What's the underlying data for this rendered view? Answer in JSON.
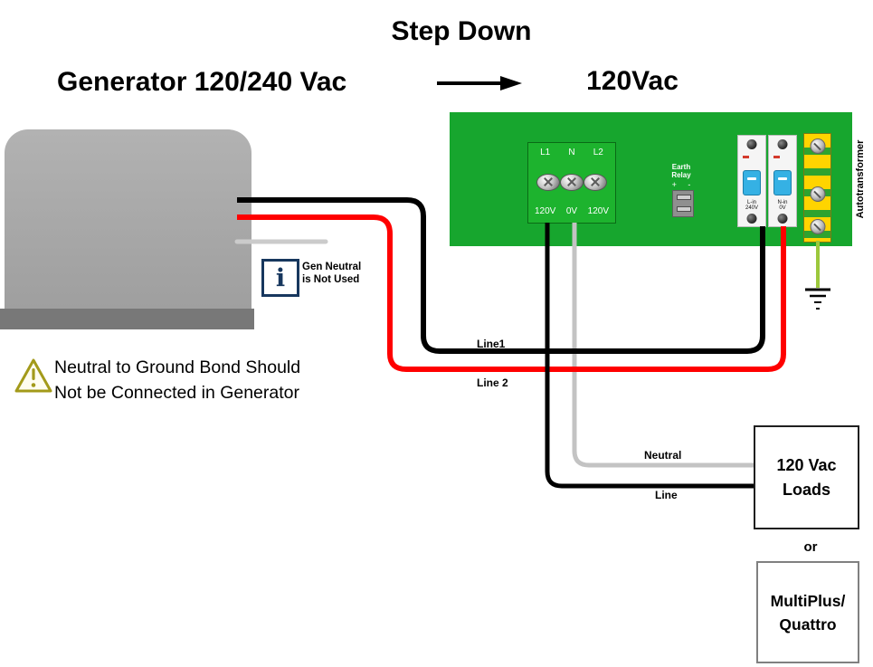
{
  "header": {
    "title": "Step Down",
    "generator_label": "Generator 120/240 Vac",
    "output_label": "120Vac"
  },
  "generator_note": {
    "info_icon": "i",
    "text": "Gen Neutral\nis Not Used"
  },
  "warning": {
    "text": "Neutral to Ground Bond Should\nNot be Connected in Generator"
  },
  "autotransformer": {
    "label": "Autotransformer",
    "terminal_block": {
      "terminals": [
        "L1",
        "N",
        "L2"
      ],
      "voltages": [
        "120V",
        "0V",
        "120V"
      ]
    },
    "earth_relay": {
      "label": "Earth\nRelay",
      "polarity": "+ -"
    },
    "breakers": {
      "left_label": "L-in\n240V",
      "right_label": "N-in\n0V"
    }
  },
  "wire_labels": {
    "line1": "Line1",
    "line2": "Line 2",
    "neutral": "Neutral",
    "line": "Line"
  },
  "loads": {
    "box_text": "120 Vac\nLoads",
    "or": "or",
    "multiplus_text": "MultiPlus/\nQuattro"
  },
  "colors": {
    "panel_green": "#17A62E",
    "wire_black": "#000000",
    "wire_red": "#FF0000",
    "wire_gray": "#C3C3C3",
    "ground_green": "#9CC83C",
    "busbar_yellow": "#FFD400",
    "info_blue": "#17375E",
    "warning_olive": "#A39A1A"
  }
}
